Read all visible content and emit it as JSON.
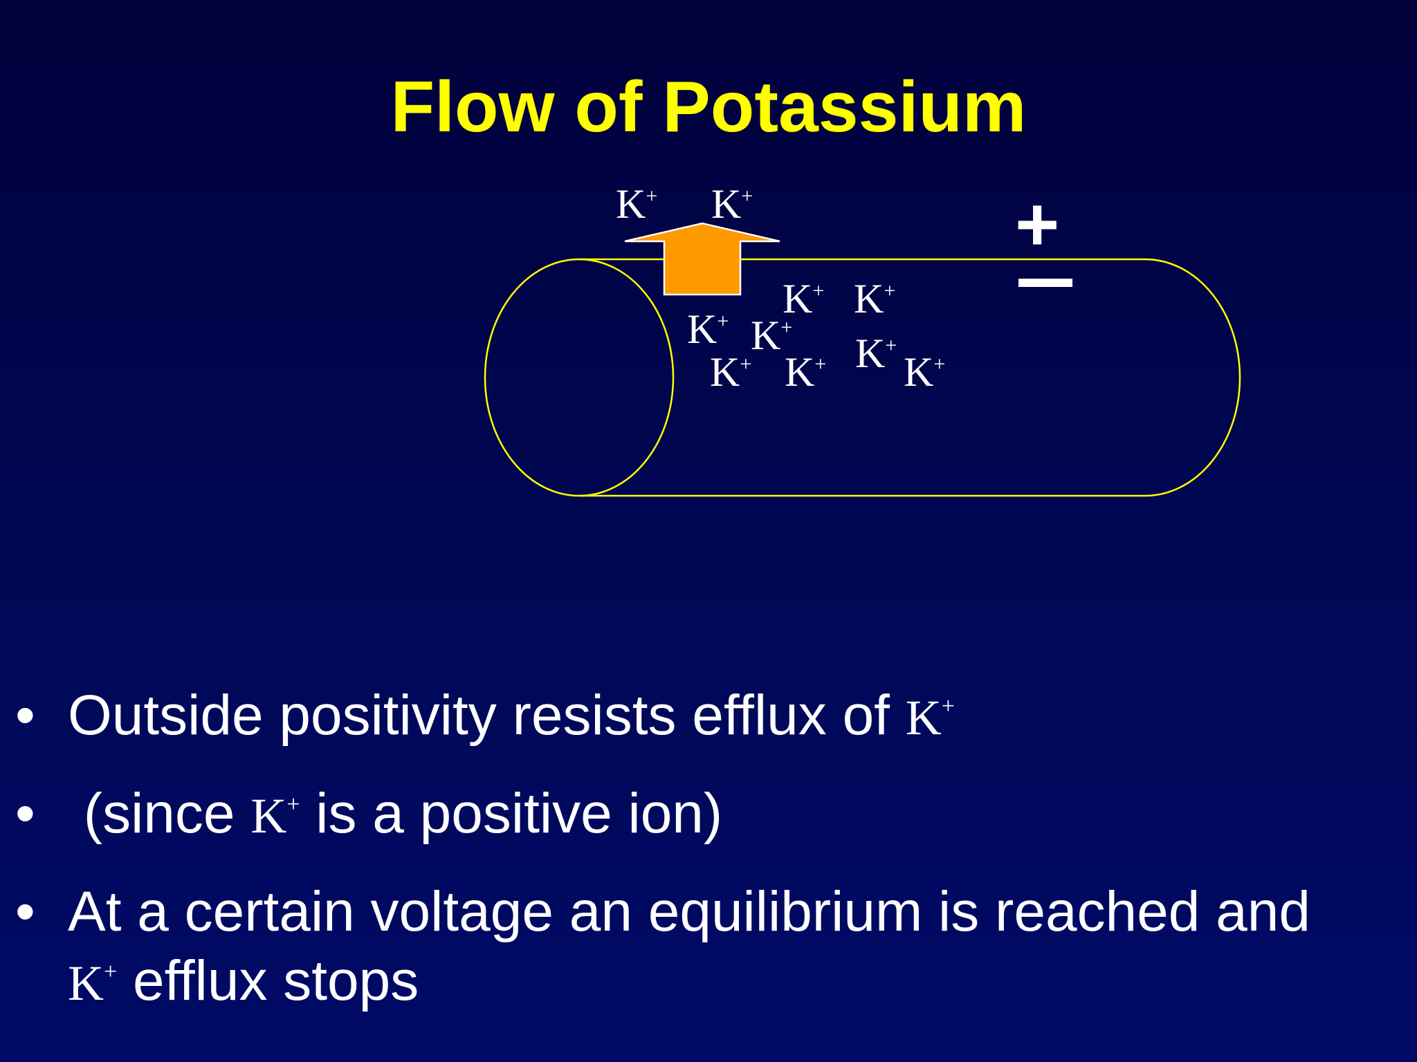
{
  "slide": {
    "title": "Flow of Potassium"
  },
  "diagram": {
    "ion_symbol": "K",
    "ion_charge": "+",
    "outside_sign": "+",
    "inside_sign": "−",
    "colors": {
      "membrane_outline": "#ffff00",
      "arrow_fill": "#ff9900",
      "arrow_stroke": "#ffffff"
    }
  },
  "bullets": [
    {
      "marker": "•",
      "parts": [
        "Outside positivity resists efflux of ",
        "K",
        "+",
        ""
      ]
    },
    {
      "marker": "•",
      "parts": [
        " (since ",
        "K",
        "+",
        " is a positive ion)"
      ]
    },
    {
      "marker": "•",
      "parts": [
        "At a certain voltage an equilibrium is reached and ",
        "K",
        "+",
        " efflux stops"
      ]
    }
  ]
}
